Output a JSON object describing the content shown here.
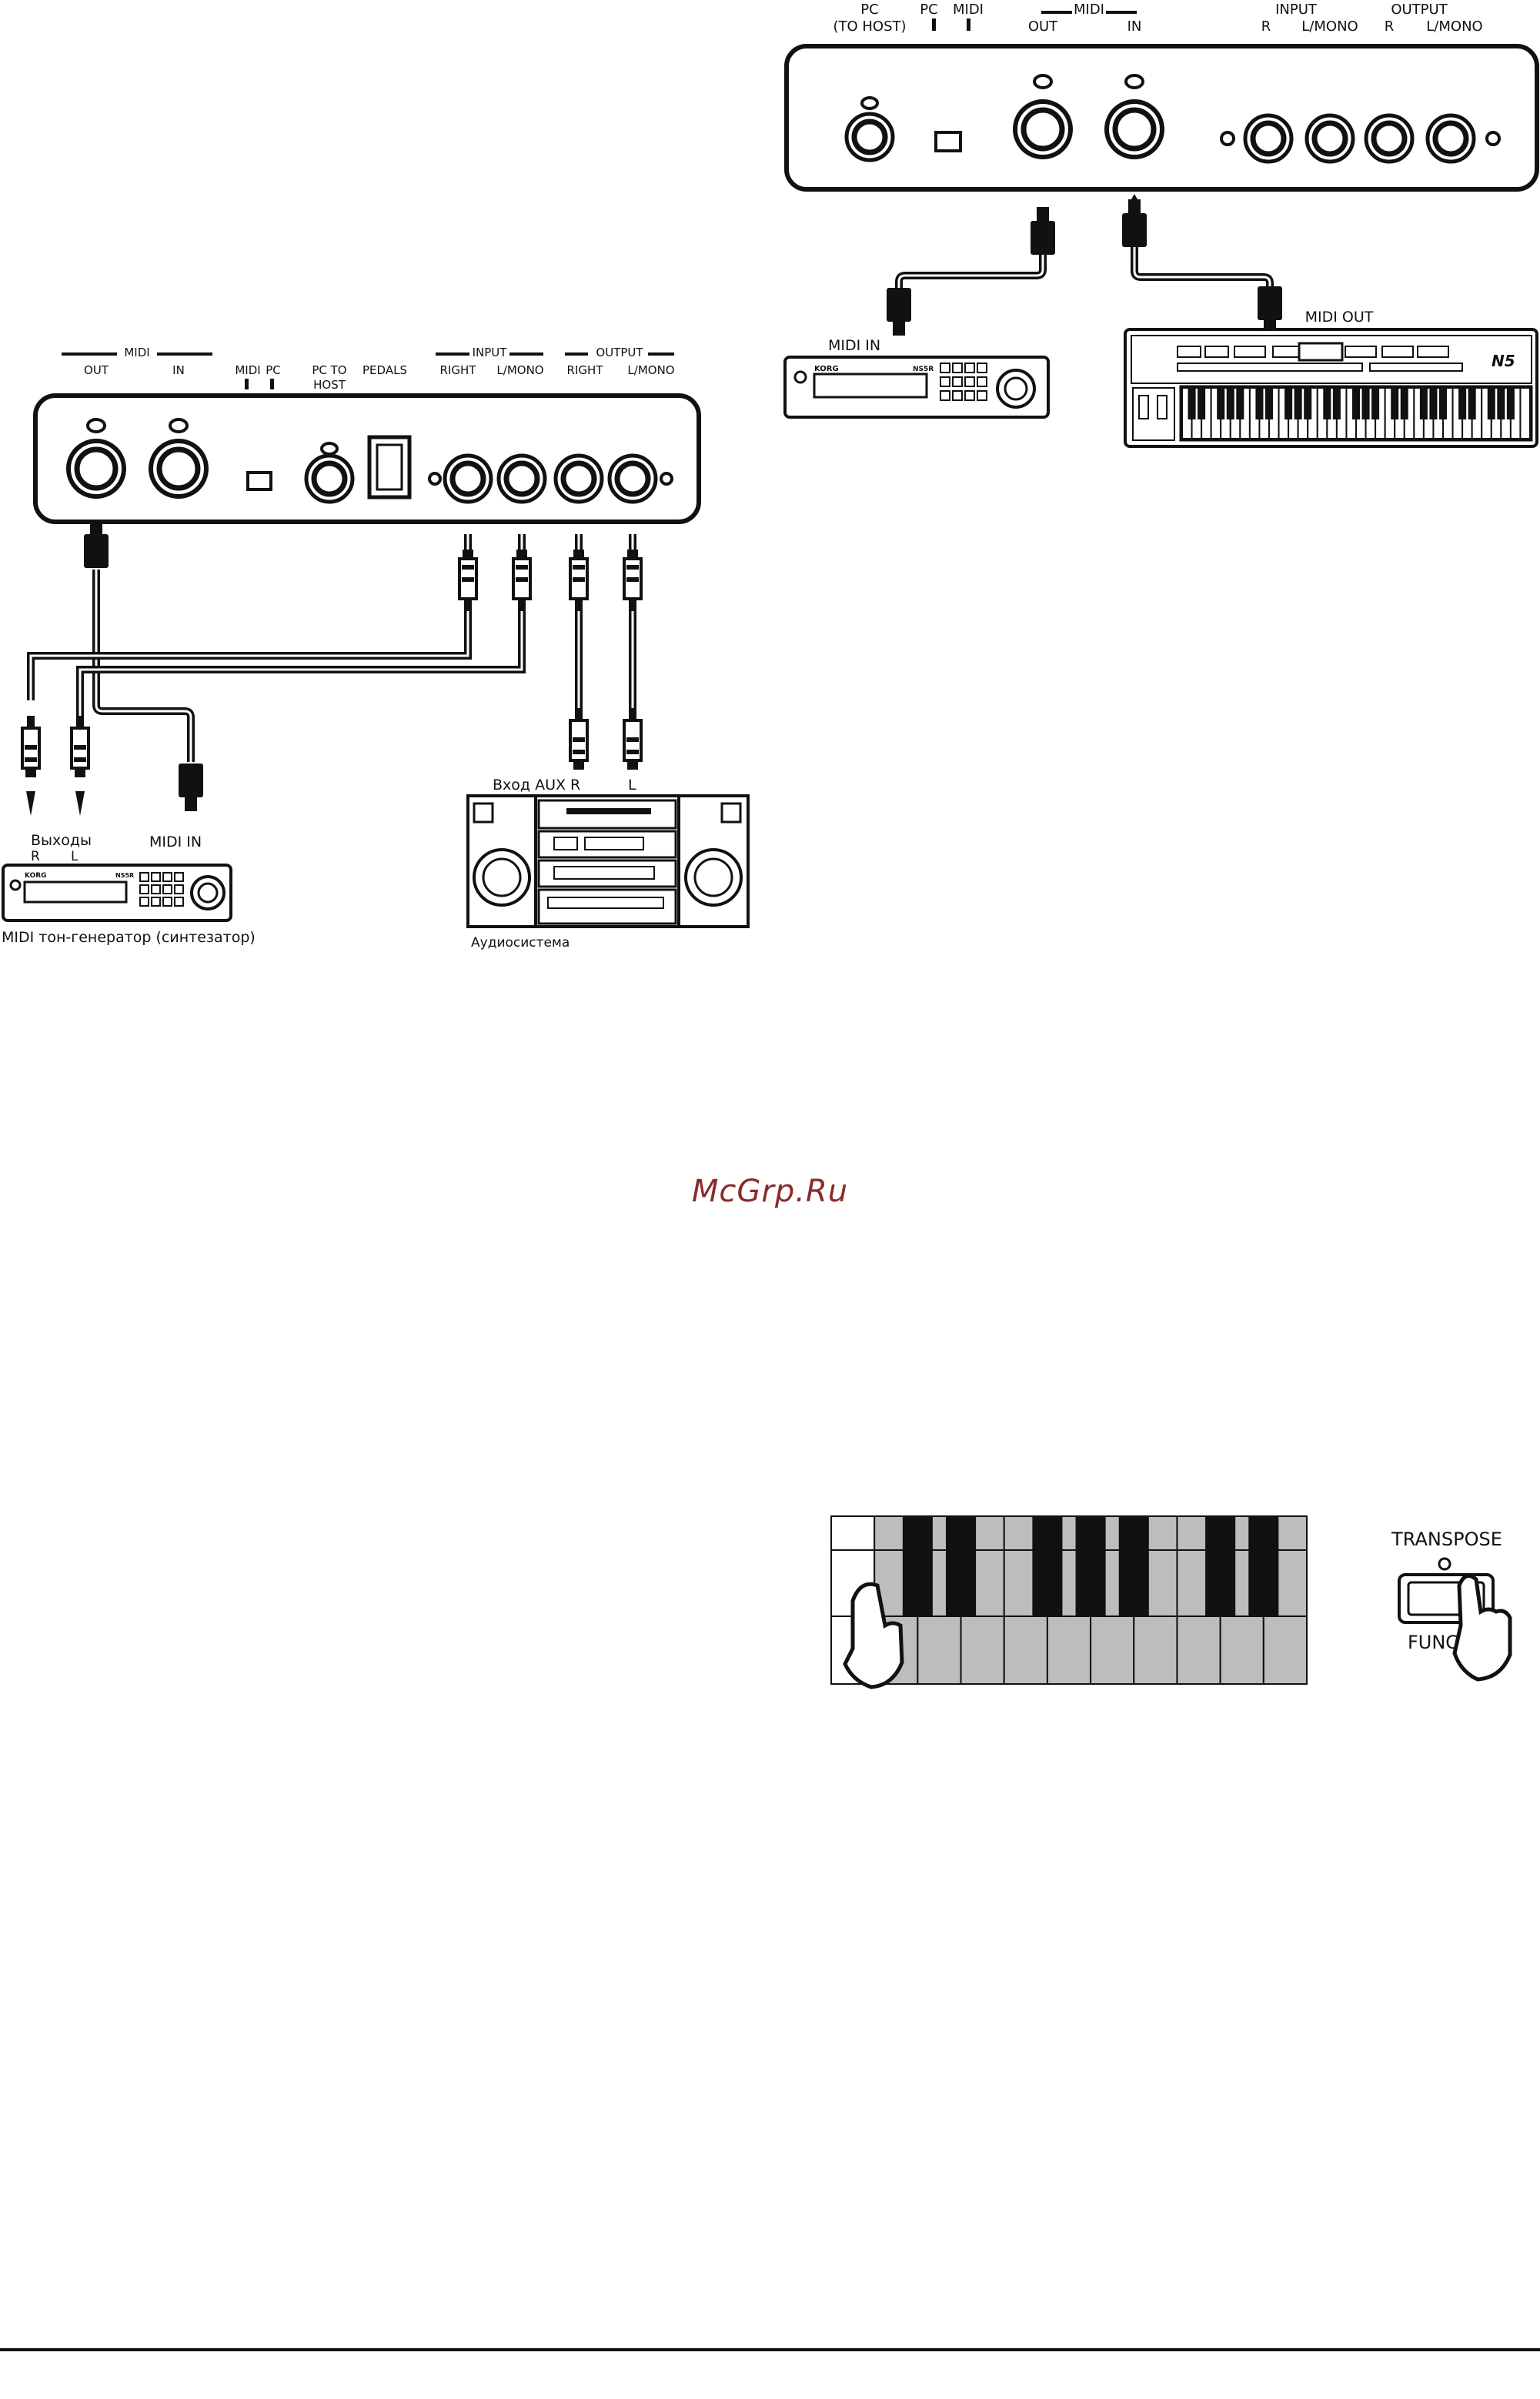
{
  "watermark": "McGrp.Ru",
  "diagram_top": {
    "labels": {
      "pc_to_host_1": "PC",
      "pc_to_host_2": "(TO HOST)",
      "pc": "PC",
      "midi_small": "MIDI",
      "midi_group": "MIDI",
      "out": "OUT",
      "in": "IN",
      "input_group": "INPUT",
      "output_group": "OUTPUT",
      "r1": "R",
      "lmono1": "L/MONO",
      "r2": "R",
      "lmono2": "L/MONO",
      "midi_in_device": "MIDI IN",
      "midi_out_device": "MIDI OUT",
      "module_brand": "KORG",
      "module_model": "NS5R",
      "keyboard_model": "N5"
    }
  },
  "diagram_left": {
    "labels": {
      "midi_group": "MIDI",
      "out": "OUT",
      "in": "IN",
      "midi_pc_1": "MIDI",
      "midi_pc_2": "PC",
      "pc_to_host_1": "PC TO",
      "pc_to_host_2": "HOST",
      "pedals": "PEDALS",
      "input_group": "INPUT",
      "right1": "RIGHT",
      "lmono1": "L/MONO",
      "output_group": "OUTPUT",
      "right2": "RIGHT",
      "lmono2": "L/MONO",
      "outputs": "Выходы",
      "out_r": "R",
      "out_l": "L",
      "midi_in": "MIDI IN",
      "tone_generator": "MIDI тон-генератор (синтезатор)",
      "aux_in": "Вход AUX R",
      "aux_l": "L",
      "audio_system": "Аудиосистема",
      "module_brand": "KORG",
      "module_model": "NS5R"
    }
  },
  "diagram_bottom": {
    "labels": {
      "transpose": "TRANSPOSE",
      "func": "FUNC"
    }
  }
}
